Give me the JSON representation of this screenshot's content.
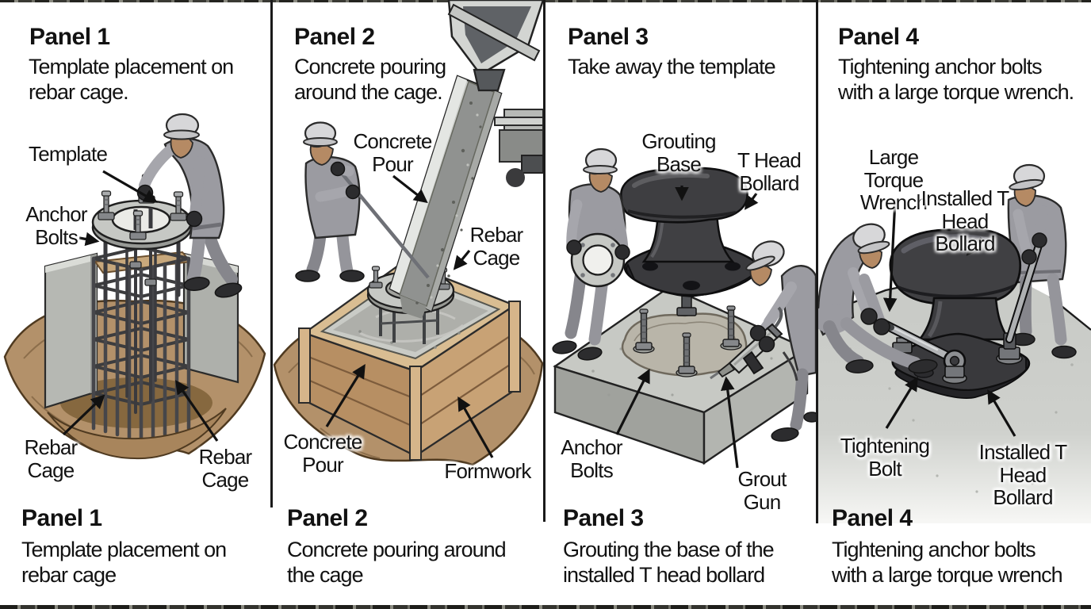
{
  "colors": {
    "background": "#ffffff",
    "ink": "#121212",
    "divider": "#1a1a1a",
    "dirt": "#b3916a",
    "formwork_wood": "#c8a275",
    "concrete": "#c7c9c4",
    "steel": "#8e9092",
    "bollard": "#3c3c3f",
    "worker_uniform": "#9b9ba1",
    "hardhat": "#d7d7d9",
    "skin": "#b58a64"
  },
  "panels": [
    {
      "id": "panel-1",
      "heading_top": "Panel 1",
      "subtitle_top": "Template placement on\nrebar cage.",
      "labels": {
        "template": "Template",
        "anchor_bolts": "Anchor\nBolts",
        "rebar_cage_left": "Rebar\nCage",
        "rebar_cage_right": "Rebar\nCage"
      },
      "heading_bottom": "Panel 1",
      "caption_bottom": "Template placement on\nrebar cage"
    },
    {
      "id": "panel-2",
      "heading_top": "Panel 2",
      "subtitle_top": "Concrete pouring\naround the cage.",
      "labels": {
        "concrete_pour_top": "Concrete\nPour",
        "rebar_cage": "Rebar\nCage",
        "concrete_pour_bottom": "Concrete\nPour",
        "formwork": "Formwork"
      },
      "heading_bottom": "Panel 2",
      "caption_bottom": "Concrete pouring around\nthe cage"
    },
    {
      "id": "panel-3",
      "heading_top": "Panel 3",
      "subtitle_top": "Take away the template",
      "labels": {
        "grouting_base": "Grouting\nBase",
        "t_head_bollard": "T Head\nBollard",
        "anchor_bolts": "Anchor\nBolts",
        "grout_gun": "Grout Gun"
      },
      "heading_bottom": "Panel 3",
      "caption_bottom": "Grouting the base of the\ninstalled T head bollard"
    },
    {
      "id": "panel-4",
      "heading_top": "Panel 4",
      "subtitle_top": "Tightening anchor bolts\nwith a large torque wrench.",
      "labels": {
        "large_torque_wrench": "Large Torque\nWrench",
        "installed_t_head_bollard_top": "Installed T\nHead Bollard",
        "tightening_bolt": "Tightening\nBolt",
        "installed_t_head_bollard_bottom": "Installed T\nHead Bollard"
      },
      "heading_bottom": "Panel 4",
      "caption_bottom": "Tightening anchor bolts\nwith a large torque wrench"
    }
  ]
}
